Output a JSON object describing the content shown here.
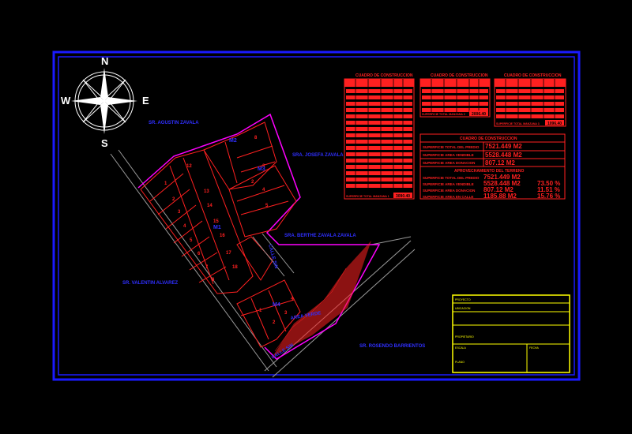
{
  "compass": {
    "north": "N",
    "south": "S",
    "east": "E",
    "west": "W"
  },
  "owners": {
    "top": "SR. AGUSTIN ZAVALA",
    "right_top": "SRA. JOSEFA ZAVALA",
    "right_mid": "SRA. BERTHE ZAVALA ZAVALA",
    "left": "SR. VALENTIN ALVAREZ",
    "bottom_right": "SR. ROSENDO BARRIENTOS"
  },
  "blocks": {
    "upper": "M3",
    "main": "M1",
    "right": "M2",
    "lower": "M4"
  },
  "streets": {
    "vertical": "CALLE S/N",
    "bottom": "CALLE S/N",
    "diagonal": "AREA VERDE"
  },
  "tables": {
    "t1_title": "CUADRO DE CONSTRUCCION",
    "t2_title": "CUADRO DE CONSTRUCCION",
    "t3_title": "CUADRO DE CONSTRUCCION",
    "t1_total": "SUPERFICIE TOTAL MANZANA 1",
    "t1_total_val": "3090.40",
    "t2_total": "SUPERFICIE TOTAL MANZANA 2",
    "t2_total_val": "2006.40",
    "t3_total": "SUPERFICIE TOTAL MANZANA 3",
    "t3_total_val": "1096.40"
  },
  "summary": {
    "title": "CUADRO DE CONSTRUCCION",
    "rows": [
      {
        "label": "SUPERFICIE TOTAL DEL PREDIO",
        "value": "7521.449 M2"
      },
      {
        "label": "SUPERFICIE AREA VENDIBLE",
        "value": "5528.448 M2"
      },
      {
        "label": "SUPERFICIE AREA DONACION",
        "value": "807.12 M2"
      }
    ],
    "title2": "APROVECHAMIENTO DEL TERRENO",
    "rows2": [
      {
        "label": "SUPERFICIE TOTAL DEL PREDIO",
        "value": "7521.449 M2",
        "pct": ""
      },
      {
        "label": "SUPERFICIE AREA VENDIBLE",
        "value": "5528.448 M2",
        "pct": "73.50 %"
      },
      {
        "label": "SUPERFICIE AREA DONACION",
        "value": "807.12 M2",
        "pct": "11.51 %"
      },
      {
        "label": "SUPERFICIE AREA EN CALLE",
        "value": "1185.88 M2",
        "pct": "15.76 %"
      }
    ]
  },
  "titleblock": {
    "r1": "PROYECTO",
    "r2": "UBICACION",
    "r3": "PROPIETARIO",
    "r4": "ESCALA",
    "r5": "FECHA",
    "r6": "PLANO"
  },
  "colors": {
    "border": "#1a1aff",
    "lots": "#ff2020",
    "limit": "#ff00ff",
    "text": "#2f2fff",
    "titleblock": "#ffff00"
  }
}
